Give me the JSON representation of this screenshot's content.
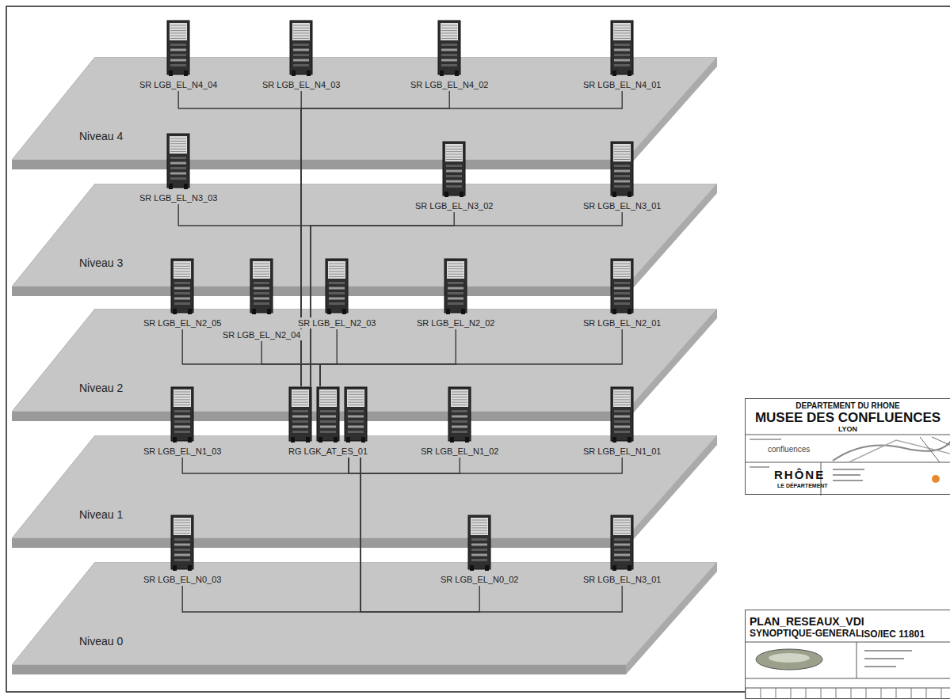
{
  "diagram": {
    "nodes": [
      {
        "text": [
          "SR LGB_EL_N4_04"
        ]
      },
      {
        "text": [
          "SR LGB_EL_N4_03"
        ]
      },
      {
        "text": [
          "SR LGB_EL_N4_02"
        ]
      },
      {
        "text": [
          "SR LGB_EL_N4_01"
        ]
      },
      {
        "text": [
          "Niveau 4"
        ]
      },
      {
        "text": [
          "SR LGB_EL_N3_03"
        ]
      },
      {
        "text": [
          "SR LGB_EL_N3_02"
        ]
      },
      {
        "text": [
          "SR LGB_EL_N3_01"
        ]
      },
      {
        "text": [
          "Niveau 3"
        ]
      },
      {
        "text": [
          "SR LGB_EL_N2_05"
        ]
      },
      {
        "text": [
          "SR LGB_EL_N2_04"
        ]
      },
      {
        "text": [
          "SR LGB_EL_N2_03"
        ]
      },
      {
        "text": [
          "SR LGB_EL_N2_02"
        ]
      },
      {
        "text": [
          "SR LGB_EL_N2_01"
        ]
      },
      {
        "text": [
          "Niveau 2"
        ]
      },
      {
        "text": [
          "SR LGB_EL_N1_03"
        ]
      },
      {
        "text": [
          "RG LGK_AT_ES_01"
        ]
      },
      {
        "text": [
          "SR LGB_EL_N1_02"
        ]
      },
      {
        "text": [
          "SR LGB_EL_N1_01"
        ]
      },
      {
        "text": [
          "Niveau 1"
        ]
      },
      {
        "text": [
          "SR LGB_EL_N0_03"
        ]
      },
      {
        "text": [
          "SR LGB_EL_N0_02"
        ]
      },
      {
        "text": [
          "SR LGB_EL_N3_01"
        ]
      },
      {
        "text": [
          "Niveau 0"
        ]
      },
      {
        "text": [
          "DEPARTEMENT DU RHONE",
          "MUSEE DES CONFLUENCES",
          "LYON",
          "confluences",
          "RHÔNE",
          "LE DÉPARTEMENT"
        ]
      },
      {
        "text": [
          "PLAN_RESEAUX_VDI",
          "SYNOPTIQUE-GENERAL",
          "ISO/IEC 11801"
        ]
      }
    ],
    "edges": [
      {
        "from": 0,
        "to": 16,
        "arrow": "none"
      },
      {
        "from": 1,
        "to": 16,
        "arrow": "none"
      },
      {
        "from": 2,
        "to": 16,
        "arrow": "none"
      },
      {
        "from": 3,
        "to": 16,
        "arrow": "none"
      },
      {
        "from": 5,
        "to": 16,
        "arrow": "none"
      },
      {
        "from": 6,
        "to": 16,
        "arrow": "none"
      },
      {
        "from": 7,
        "to": 16,
        "arrow": "none"
      },
      {
        "from": 9,
        "to": 16,
        "arrow": "none"
      },
      {
        "from": 10,
        "to": 16,
        "arrow": "none"
      },
      {
        "from": 11,
        "to": 16,
        "arrow": "none"
      },
      {
        "from": 12,
        "to": 16,
        "arrow": "none"
      },
      {
        "from": 13,
        "to": 16,
        "arrow": "none"
      },
      {
        "from": 15,
        "to": 16,
        "arrow": "none"
      },
      {
        "from": 17,
        "to": 16,
        "arrow": "none"
      },
      {
        "from": 18,
        "to": 16,
        "arrow": "none"
      },
      {
        "from": 20,
        "to": 16,
        "arrow": "none"
      },
      {
        "from": 21,
        "to": 16,
        "arrow": "none"
      },
      {
        "from": 22,
        "to": 16,
        "arrow": "none"
      }
    ]
  }
}
